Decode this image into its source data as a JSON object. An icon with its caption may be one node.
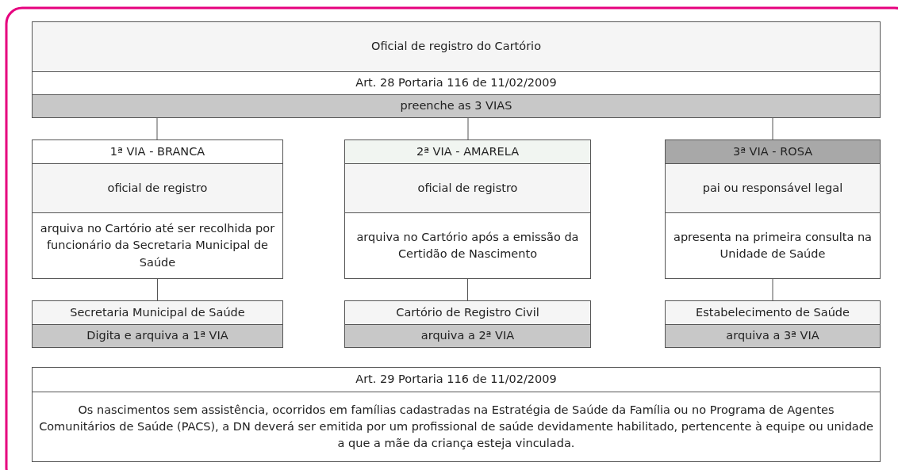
{
  "diagram": {
    "nodes": [
      {
        "text": [
          "Oficial de registro do Cartório",
          "Art. 28 Portaria 116 de 11/02/2009",
          "preenche as 3 VIAS"
        ]
      },
      {
        "text": [
          "1ª VIA - BRANCA",
          "oficial de registro",
          "arquiva no Cartório até ser recolhida por funcionário da Secretaria Municipal de Saúde"
        ]
      },
      {
        "text": [
          "2ª VIA - AMARELA",
          "oficial de registro",
          "arquiva no Cartório após a emissão da Certidão de Nascimento"
        ]
      },
      {
        "text": [
          "3ª VIA - ROSA",
          "pai ou responsável legal",
          "apresenta na primeira consulta na Unidade de Saúde"
        ]
      },
      {
        "text": [
          "Secretaria Municipal de Saúde",
          "Digita e arquiva a 1ª VIA"
        ]
      },
      {
        "text": [
          "Cartório de Registro Civil",
          "arquiva a 2ª VIA"
        ]
      },
      {
        "text": [
          "Estabelecimento de Saúde",
          "arquiva a 3ª VIA"
        ]
      },
      {
        "text": [
          "Art. 29 Portaria 116 de 11/02/2009",
          "Os nascimentos sem assistência, ocorridos em famílias cadastradas na Estratégia de Saúde da Família ou no Programa de Agentes Comunitários de Saúde (PACS), a DN deverá ser emitida por um profissional de saúde devidamente habilitado, pertencente à equipe ou unidade a que a mãe da criança esteja vinculada."
        ]
      }
    ],
    "edges": [
      {
        "from": 0,
        "to": 1,
        "arrow": "none"
      },
      {
        "from": 0,
        "to": 2,
        "arrow": "none"
      },
      {
        "from": 0,
        "to": 3,
        "arrow": "none"
      },
      {
        "from": 1,
        "to": 4,
        "arrow": "none"
      },
      {
        "from": 2,
        "to": 5,
        "arrow": "none"
      },
      {
        "from": 3,
        "to": 6,
        "arrow": "none"
      }
    ]
  }
}
